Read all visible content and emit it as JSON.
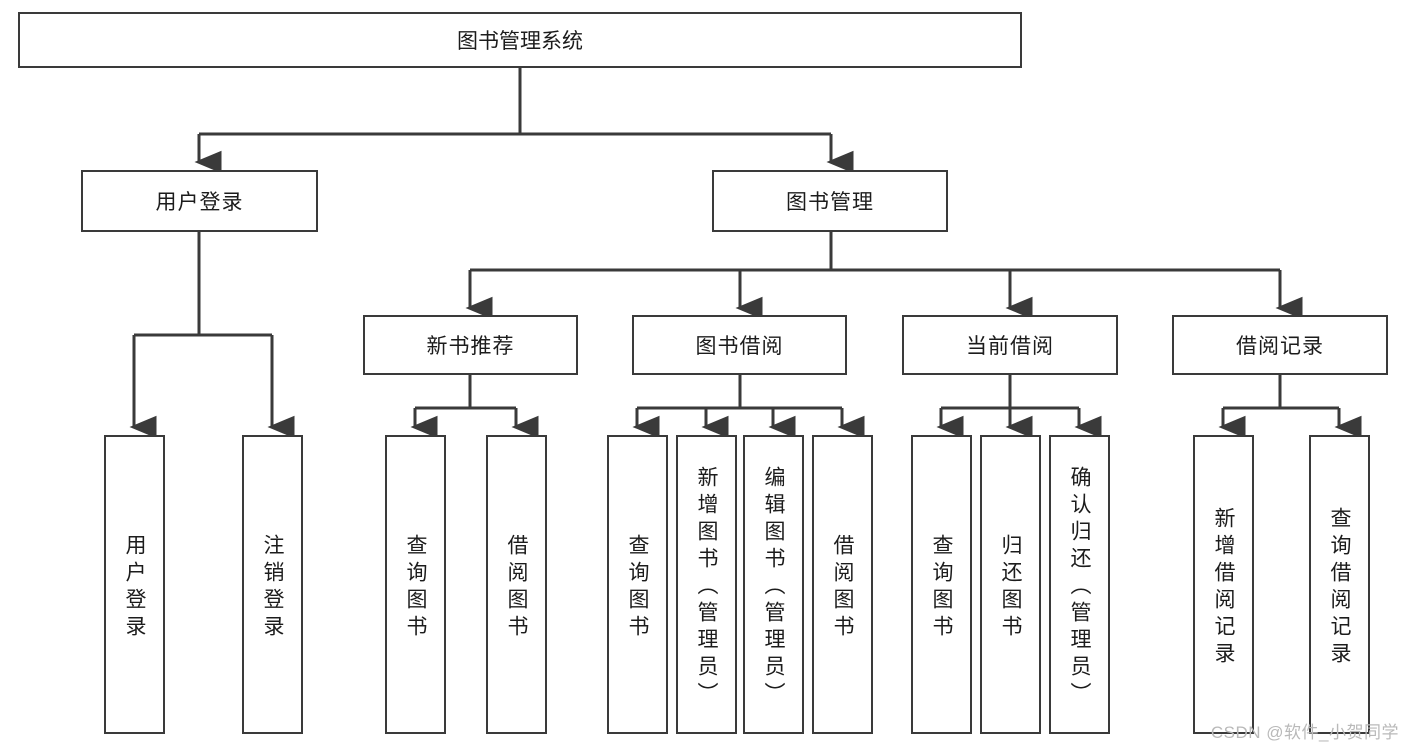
{
  "diagram": {
    "title": "图书管理系统",
    "type": "tree-hierarchy-chart",
    "root": {
      "label": "图书管理系统"
    },
    "level2": [
      {
        "label": "用户登录"
      },
      {
        "label": "图书管理"
      }
    ],
    "level3": [
      {
        "label": "新书推荐"
      },
      {
        "label": "图书借阅"
      },
      {
        "label": "当前借阅"
      },
      {
        "label": "借阅记录"
      }
    ],
    "leaves": {
      "user_login": [
        {
          "label": "用户登录"
        },
        {
          "label": "注销登录"
        }
      ],
      "new_book_recommend": [
        {
          "label": "查询图书"
        },
        {
          "label": "借阅图书"
        }
      ],
      "book_borrow": [
        {
          "label": "查询图书"
        },
        {
          "label": "新增图书（管理员）"
        },
        {
          "label": "编辑图书（管理员）"
        },
        {
          "label": "借阅图书"
        }
      ],
      "current_borrow": [
        {
          "label": "查询图书"
        },
        {
          "label": "归还图书"
        },
        {
          "label": "确认归还（管理员）"
        }
      ],
      "borrow_records": [
        {
          "label": "新增借阅记录"
        },
        {
          "label": "查询借阅记录"
        }
      ]
    }
  },
  "watermark": {
    "text": "CSDN @软件_小贺同学"
  },
  "colors": {
    "border": "#3a3a3a",
    "box_fill": "#ffffff",
    "text": "#1c1c1c",
    "watermark": "#b9b9b9",
    "background": "#ffffff"
  }
}
